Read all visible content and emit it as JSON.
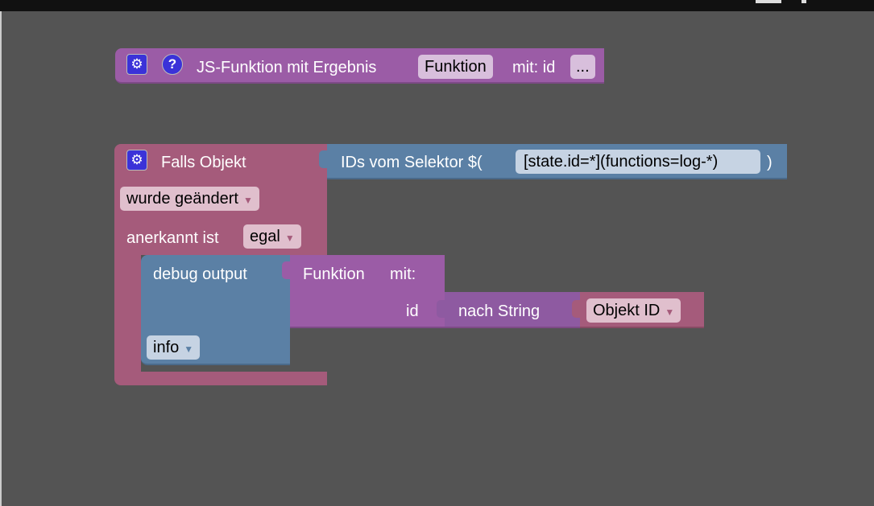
{
  "function_block": {
    "title": "JS-Funktion mit Ergebnis",
    "name_field": "Funktion",
    "params_label": "mit: id",
    "more_field": "...",
    "gear_icon": "⚙",
    "help_icon": "?"
  },
  "trigger_block": {
    "title": "Falls Objekt",
    "gear_icon": "⚙",
    "event_select": "wurde geändert",
    "ack_label": "anerkannt ist",
    "ack_select": "egal"
  },
  "selector_block": {
    "label": "IDs vom Selektor $(",
    "selector": "[state.id=*](functions=log-*)",
    "close": ")"
  },
  "debug_block": {
    "label": "debug output",
    "level_select": "info"
  },
  "call_block": {
    "label": "Funktion",
    "with": "mit:",
    "param": "id"
  },
  "tostring_block": {
    "label": "nach String"
  },
  "objid_block": {
    "select": "Objekt ID"
  },
  "colors": {
    "purple": "#9b5ca6",
    "pink": "#a55b7b",
    "blue": "#5b80a5",
    "background": "#545454"
  }
}
